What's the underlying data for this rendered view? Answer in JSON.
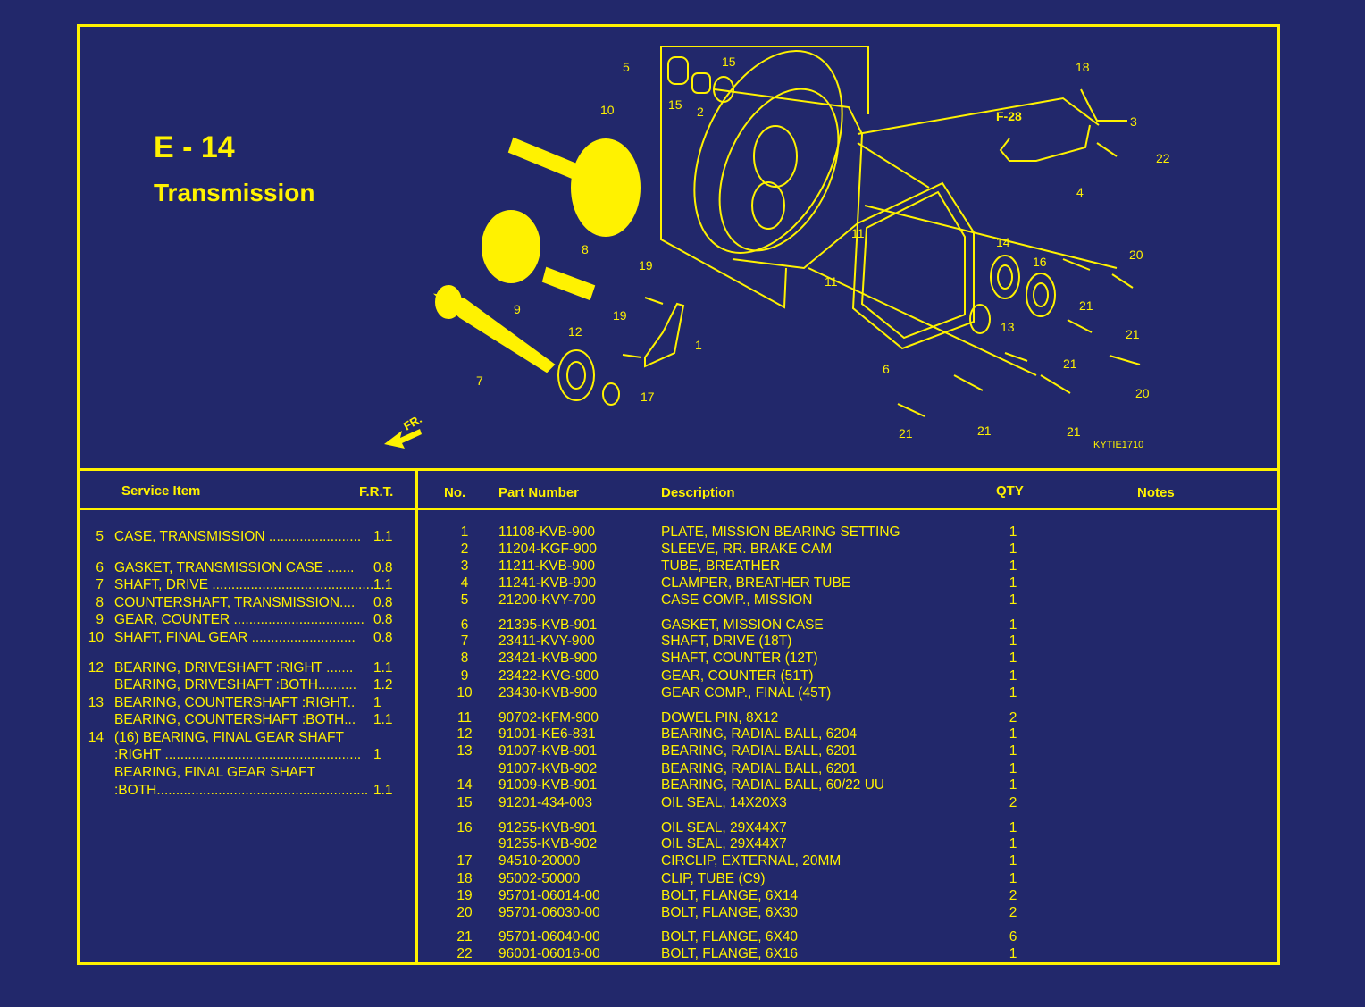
{
  "header": {
    "code": "E - 14",
    "name": "Transmission"
  },
  "diagram": {
    "ref_code": "KYTIE1710",
    "front_label": "FR.",
    "callouts": [
      "5",
      "15",
      "15",
      "2",
      "10",
      "18",
      "F-28",
      "3",
      "22",
      "4",
      "8",
      "19",
      "11",
      "14",
      "16",
      "20",
      "9",
      "19",
      "12",
      "11",
      "13",
      "21",
      "7",
      "21",
      "1",
      "6",
      "21",
      "17",
      "20",
      "21",
      "21",
      "21"
    ]
  },
  "service": {
    "col_item": "Service Item",
    "col_frt": "F.R.T.",
    "rows": [
      {
        "num": "5",
        "text": "CASE, TRANSMISSION ........................",
        "frt": "1.1"
      },
      {
        "num": "6",
        "text": "GASKET, TRANSMISSION CASE .......",
        "frt": "0.8"
      },
      {
        "num": "7",
        "text": "SHAFT, DRIVE ..........................................",
        "frt": "1.1"
      },
      {
        "num": "8",
        "text": "COUNTERSHAFT, TRANSMISSION....",
        "frt": "0.8"
      },
      {
        "num": "9",
        "text": "GEAR, COUNTER ..................................",
        "frt": "0.8"
      },
      {
        "num": "10",
        "text": "SHAFT, FINAL GEAR ...........................",
        "frt": "0.8"
      },
      {
        "num": "12",
        "text": "BEARING, DRIVESHAFT :RIGHT .......",
        "frt": "1.1"
      },
      {
        "num": "",
        "text": "BEARING, DRIVESHAFT :BOTH..........",
        "frt": "1.2"
      },
      {
        "num": "13",
        "text": "BEARING, COUNTERSHAFT :RIGHT..",
        "frt": "1"
      },
      {
        "num": "",
        "text": "BEARING, COUNTERSHAFT :BOTH...",
        "frt": "1.1"
      },
      {
        "num": "14",
        "text": "(16) BEARING, FINAL GEAR SHAFT",
        "frt": ""
      },
      {
        "num": "",
        "text": ":RIGHT ...................................................",
        "frt": "1"
      },
      {
        "num": "",
        "text": "BEARING, FINAL GEAR SHAFT",
        "frt": ""
      },
      {
        "num": "",
        "text": ":BOTH.......................................................",
        "frt": "1.1"
      }
    ]
  },
  "parts": {
    "col_no": "No.",
    "col_pn": "Part Number",
    "col_desc": "Description",
    "col_qty": "QTY",
    "col_notes": "Notes",
    "rows": [
      {
        "no": "1",
        "pn": "11108-KVB-900",
        "desc": "PLATE, MISSION BEARING SETTING",
        "qty": "1"
      },
      {
        "no": "2",
        "pn": "11204-KGF-900",
        "desc": "SLEEVE, RR. BRAKE CAM",
        "qty": "1"
      },
      {
        "no": "3",
        "pn": "11211-KVB-900",
        "desc": "TUBE, BREATHER",
        "qty": "1"
      },
      {
        "no": "4",
        "pn": "11241-KVB-900",
        "desc": "CLAMPER, BREATHER TUBE",
        "qty": "1"
      },
      {
        "no": "5",
        "pn": "21200-KVY-700",
        "desc": "CASE COMP., MISSION",
        "qty": "1"
      },
      {
        "no": "6",
        "pn": "21395-KVB-901",
        "desc": "GASKET, MISSION CASE",
        "qty": "1"
      },
      {
        "no": "7",
        "pn": "23411-KVY-900",
        "desc": "SHAFT, DRIVE (18T)",
        "qty": "1"
      },
      {
        "no": "8",
        "pn": "23421-KVB-900",
        "desc": "SHAFT, COUNTER (12T)",
        "qty": "1"
      },
      {
        "no": "9",
        "pn": "23422-KVG-900",
        "desc": "GEAR, COUNTER (51T)",
        "qty": "1"
      },
      {
        "no": "10",
        "pn": "23430-KVB-900",
        "desc": "GEAR COMP., FINAL (45T)",
        "qty": "1"
      },
      {
        "no": "11",
        "pn": "90702-KFM-900",
        "desc": "DOWEL PIN, 8X12",
        "qty": "2"
      },
      {
        "no": "12",
        "pn": "91001-KE6-831",
        "desc": "BEARING, RADIAL BALL, 6204",
        "qty": "1"
      },
      {
        "no": "13",
        "pn": "91007-KVB-901",
        "desc": "BEARING, RADIAL BALL, 6201",
        "qty": "1"
      },
      {
        "no": "",
        "pn": "91007-KVB-902",
        "desc": "BEARING, RADIAL BALL, 6201",
        "qty": "1"
      },
      {
        "no": "14",
        "pn": "91009-KVB-901",
        "desc": "BEARING, RADIAL BALL, 60/22 UU",
        "qty": "1"
      },
      {
        "no": "15",
        "pn": "91201-434-003",
        "desc": "OIL SEAL, 14X20X3",
        "qty": "2"
      },
      {
        "no": "16",
        "pn": "91255-KVB-901",
        "desc": "OIL SEAL, 29X44X7",
        "qty": "1"
      },
      {
        "no": "",
        "pn": "91255-KVB-902",
        "desc": "OIL SEAL, 29X44X7",
        "qty": "1"
      },
      {
        "no": "17",
        "pn": "94510-20000",
        "desc": "CIRCLIP, EXTERNAL, 20MM",
        "qty": "1"
      },
      {
        "no": "18",
        "pn": "95002-50000",
        "desc": "CLIP, TUBE (C9)",
        "qty": "1"
      },
      {
        "no": "19",
        "pn": "95701-06014-00",
        "desc": "BOLT, FLANGE, 6X14",
        "qty": "2"
      },
      {
        "no": "20",
        "pn": "95701-06030-00",
        "desc": "BOLT, FLANGE, 6X30",
        "qty": "2"
      },
      {
        "no": "21",
        "pn": "95701-06040-00",
        "desc": "BOLT, FLANGE, 6X40",
        "qty": "6"
      },
      {
        "no": "22",
        "pn": "96001-06016-00",
        "desc": "BOLT, FLANGE, 6X16",
        "qty": "1"
      }
    ]
  }
}
